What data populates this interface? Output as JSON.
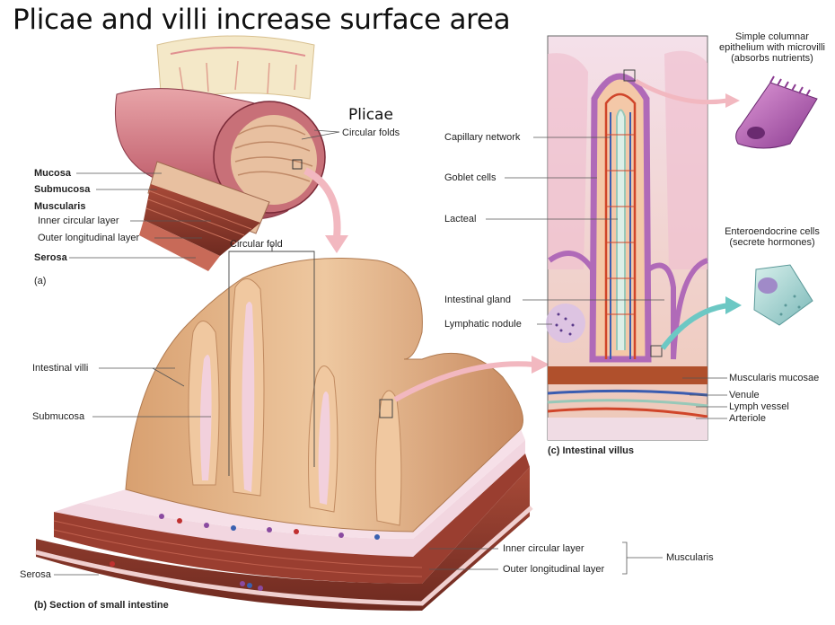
{
  "title": "Plicae and villi increase surface area",
  "panel_a": {
    "plicae": "Plicae",
    "circular_folds": "Circular folds",
    "mucosa": "Mucosa",
    "submucosa": "Submucosa",
    "muscularis": "Muscularis",
    "inner_circular": "Inner circular layer",
    "outer_longitudinal": "Outer longitudinal layer",
    "serosa": "Serosa",
    "letter": "(a)"
  },
  "panel_b": {
    "circular_fold": "Circular fold",
    "intestinal_villi": "Intestinal villi",
    "submucosa": "Submucosa",
    "inner_circular": "Inner circular layer",
    "outer_longitudinal": "Outer longitudinal layer",
    "muscularis": "Muscularis",
    "serosa": "Serosa",
    "caption": "(b) Section of small intestine"
  },
  "panel_c": {
    "simple_columnar_1": "Simple columnar",
    "simple_columnar_2": "epithelium with microvilli",
    "simple_columnar_3": "(absorbs nutrients)",
    "enteroendocrine_1": "Enteroendocrine cells",
    "enteroendocrine_2": "(secrete hormones)",
    "capillary_network": "Capillary network",
    "goblet_cells": "Goblet cells",
    "lacteal": "Lacteal",
    "intestinal_gland": "Intestinal gland",
    "lymphatic_nodule": "Lymphatic nodule",
    "muscularis_mucosae": "Muscularis mucosae",
    "venule": "Venule",
    "lymph_vessel": "Lymph vessel",
    "arteriole": "Arteriole",
    "caption": "(c) Intestinal villus"
  },
  "colors": {
    "muscle": "#8e3a2c",
    "mucosa": "#d08a70",
    "villus": "#e8b890",
    "epithelium": "#b06ab8",
    "arrow_pink": "#f2b8c0",
    "arrow_teal": "#6cc8c4"
  }
}
